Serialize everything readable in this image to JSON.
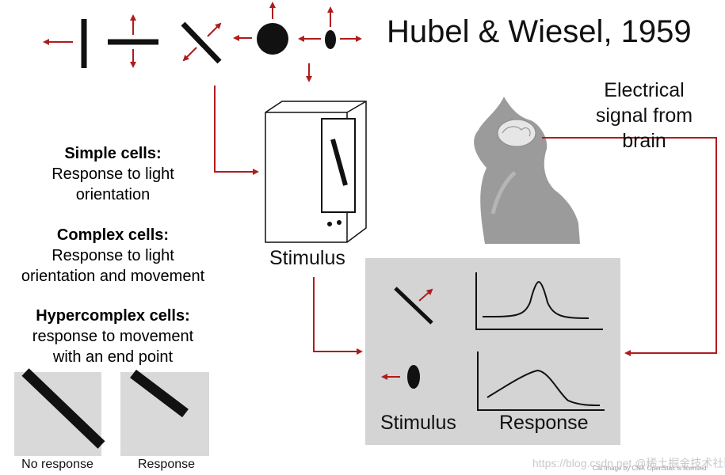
{
  "title": "Hubel & Wiesel, 1959",
  "electrical_label": "Electrical signal from brain",
  "stimulus_label": "Stimulus",
  "cells": [
    {
      "title": "Simple cells",
      "desc_lines": [
        "Response to light",
        "orientation"
      ]
    },
    {
      "title": "Complex cells",
      "desc_lines": [
        "Response to light",
        "orientation and movement"
      ]
    },
    {
      "title": "Hypercomplex cells",
      "desc_lines": [
        "response to movement",
        "with an end point"
      ]
    }
  ],
  "examples": {
    "no_response": "No response",
    "response": "Response"
  },
  "panel": {
    "stimulus": "Stimulus",
    "response": "Response"
  },
  "colors": {
    "arrow": "#b01c1c",
    "panel_bg": "#d4d4d4",
    "example_bg": "#d9d9d9",
    "cat": "#9b9b9b"
  },
  "watermark": "https://blog.csdn.net @稀土掘金技术社区",
  "credit": "Cat image by CNX OpenStax is licensed"
}
